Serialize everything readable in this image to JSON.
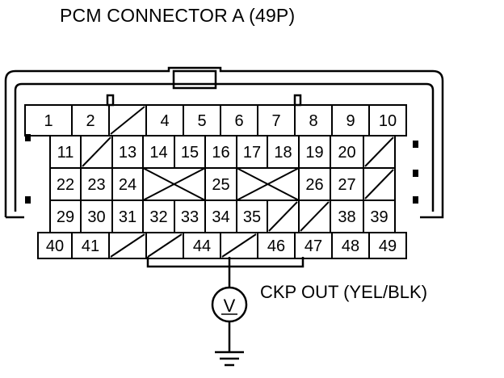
{
  "title": "PCM CONNECTOR A (49P)",
  "probe_label": "CKP OUT (YEL/BLK)",
  "meter_symbol": "V",
  "pins": [
    "1",
    "2",
    "4",
    "5",
    "6",
    "7",
    "8",
    "9",
    "10",
    "11",
    "13",
    "14",
    "15",
    "16",
    "17",
    "18",
    "19",
    "20",
    "22",
    "23",
    "24",
    "25",
    "26",
    "27",
    "29",
    "30",
    "31",
    "32",
    "33",
    "34",
    "35",
    "38",
    "39",
    "40",
    "41",
    "44",
    "46",
    "47",
    "48",
    "49"
  ],
  "connector_rows": 5,
  "vacant_cavities": 8,
  "probe_pin": "45",
  "colors": {
    "line": "#000000",
    "background": "#ffffff"
  },
  "icons": [
    "voltmeter-icon",
    "ground-icon"
  ]
}
